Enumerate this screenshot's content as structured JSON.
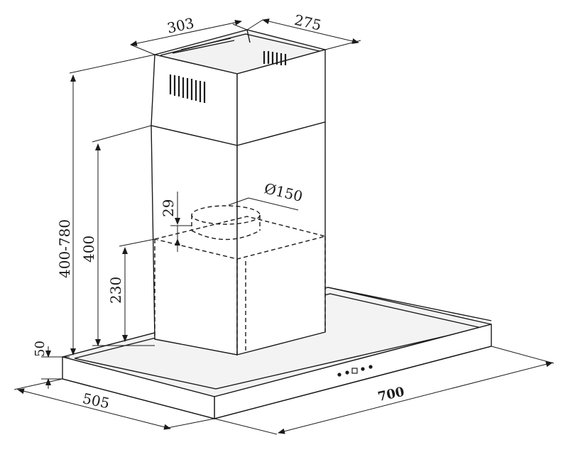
{
  "dimensions": {
    "chimney_width": "303",
    "chimney_depth": "275",
    "chimney_height_range": "400-780",
    "upper_chimney_height": "400",
    "motor_height": "230",
    "duct_collar_height": "29",
    "duct_diameter": "Ø150",
    "canopy_thickness": "50",
    "canopy_depth": "505",
    "canopy_width": "700"
  },
  "colors": {
    "line": "#1a1a1a",
    "paper": "#ffffff",
    "shade": "#e6e6e6"
  }
}
